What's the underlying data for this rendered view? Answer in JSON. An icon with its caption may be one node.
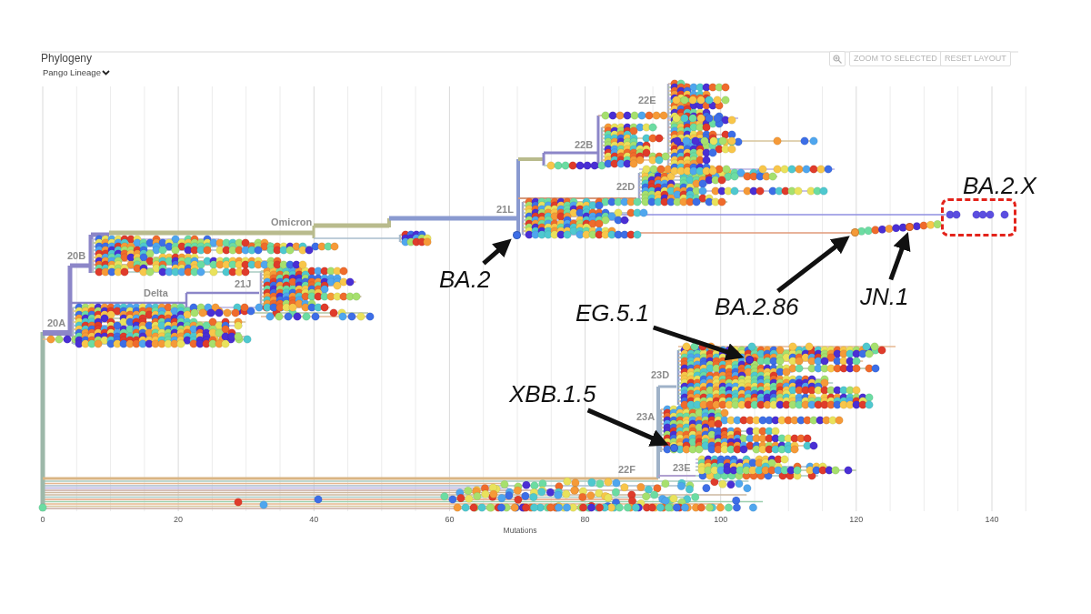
{
  "diagram": {
    "nodes": [
      {
        "text": [
          "BA.2.X"
        ]
      },
      {
        "text": [
          "BA.2"
        ]
      },
      {
        "text": [
          "JN.1"
        ]
      },
      {
        "text": [
          "EG.5.1"
        ]
      },
      {
        "text": [
          "BA.2.86"
        ]
      },
      {
        "text": [
          "XBB.1.5"
        ]
      },
      {
        "text": [],
        "shape": "circle"
      },
      {
        "text": [],
        "shape": "circle"
      },
      {
        "text": [],
        "shape": "circle"
      },
      {
        "text": [],
        "shape": "circle"
      },
      {
        "text": [],
        "shape": "circle"
      }
    ],
    "edges": [
      {
        "from": 1,
        "to": 6,
        "arrow": "to"
      },
      {
        "from": 2,
        "to": 7,
        "arrow": "to"
      },
      {
        "from": 3,
        "to": 8,
        "arrow": "to"
      },
      {
        "from": 4,
        "to": 9,
        "arrow": "to"
      },
      {
        "from": 5,
        "to": 10,
        "arrow": "to"
      }
    ],
    "labels": [
      "Phylogeny",
      "Pango Lineage",
      "ZOOM TO SELECTED",
      "RESET LAYOUT",
      "22E",
      "22B",
      "22D",
      "21L",
      "Omicron",
      "20B",
      "21J",
      "Delta",
      "20A",
      "23D",
      "23A",
      "22F",
      "23E",
      "0",
      "20",
      "40",
      "60",
      "80",
      "100",
      "120",
      "140",
      "Mutations"
    ]
  }
}
